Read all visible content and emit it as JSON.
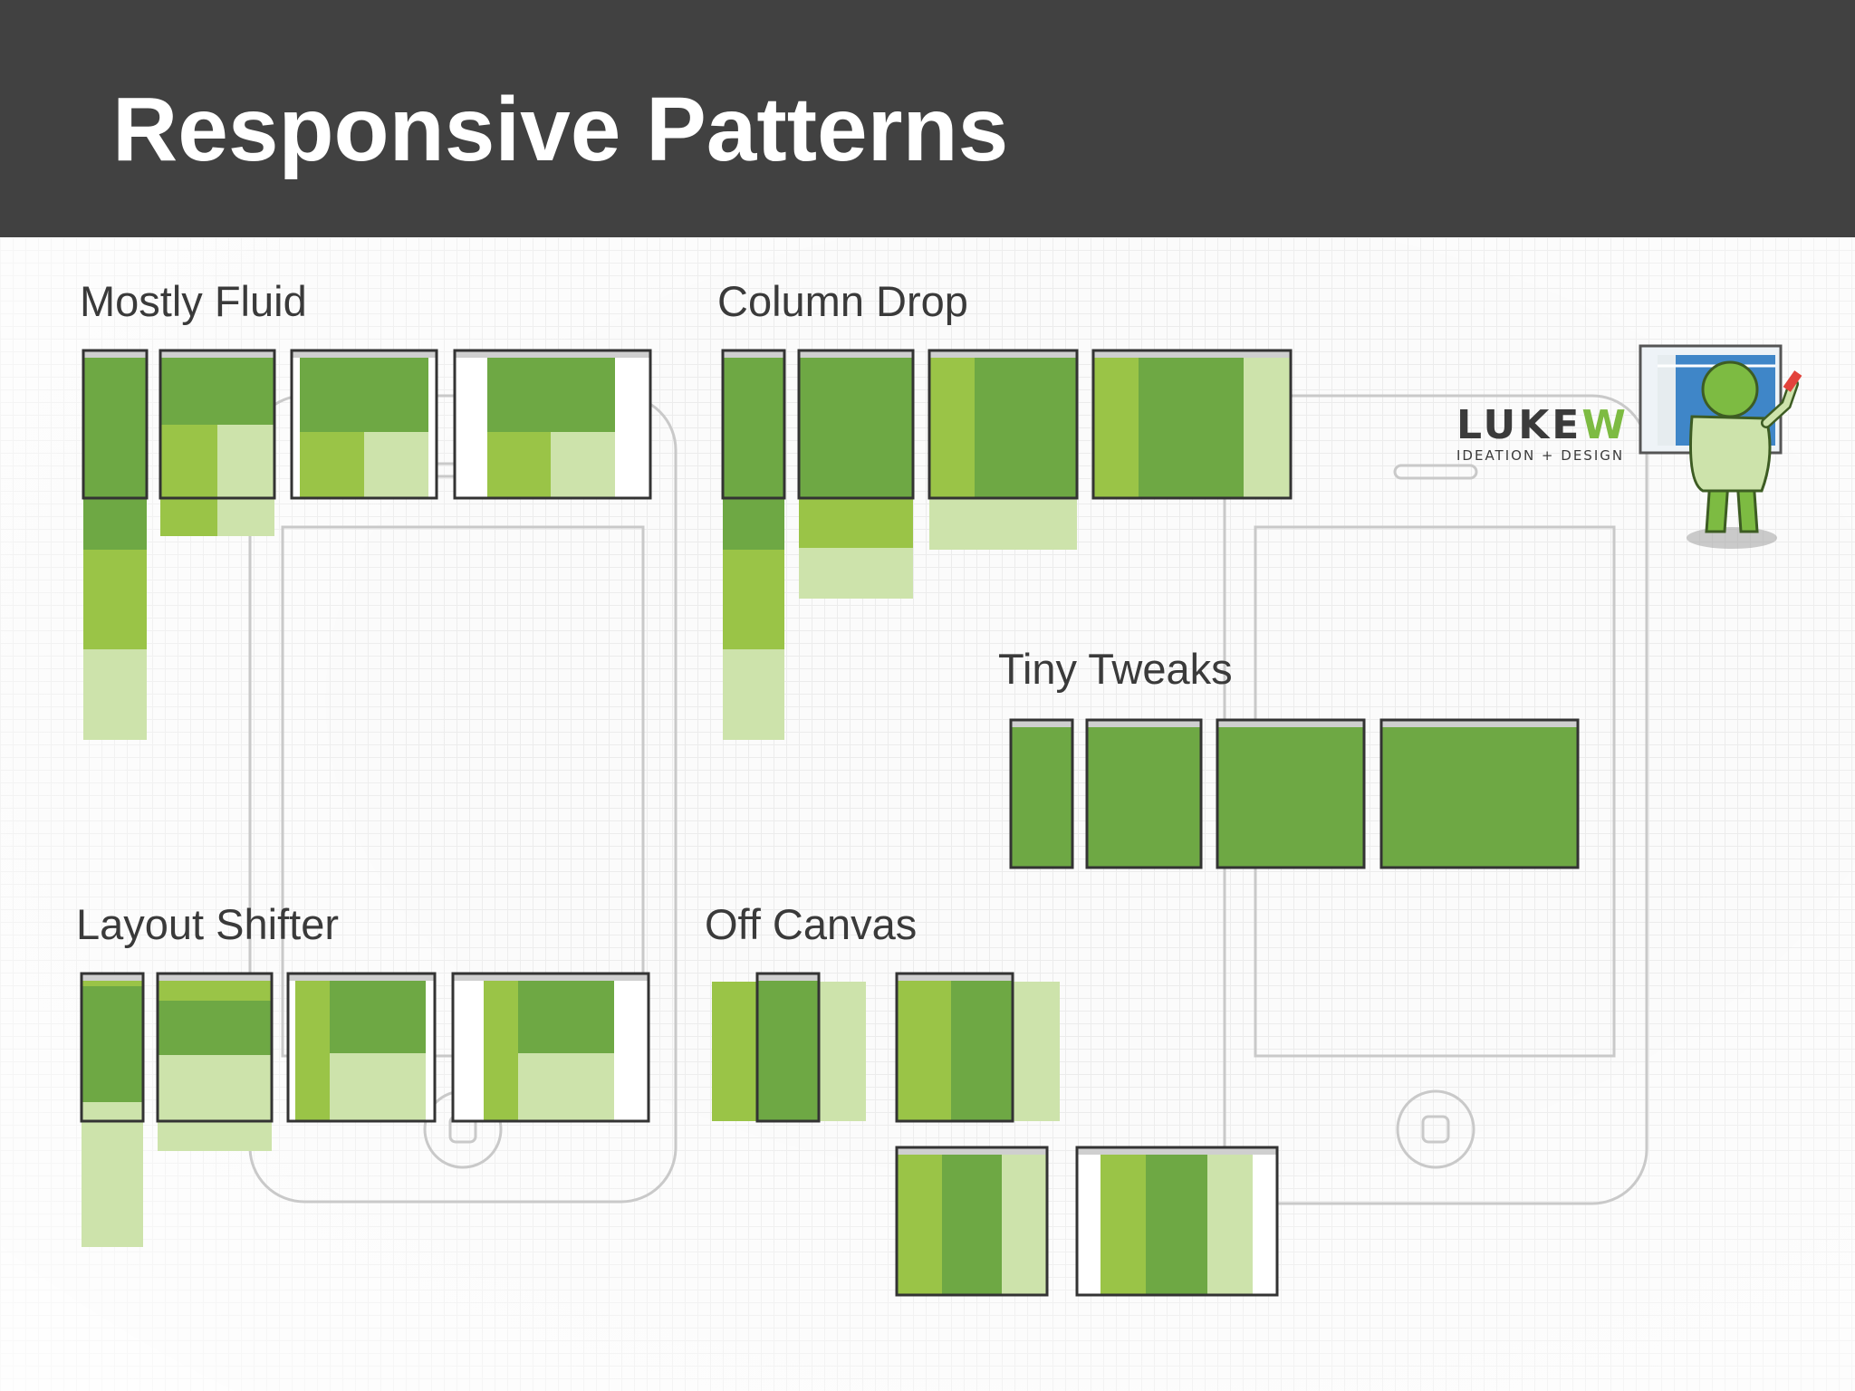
{
  "header": {
    "title": "Responsive Patterns"
  },
  "sections": [
    {
      "id": "mostly-fluid",
      "title": "Mostly Fluid"
    },
    {
      "id": "column-drop",
      "title": "Column Drop"
    },
    {
      "id": "tiny-tweaks",
      "title": "Tiny Tweaks"
    },
    {
      "id": "layout-shifter",
      "title": "Layout Shifter"
    },
    {
      "id": "off-canvas",
      "title": "Off Canvas"
    }
  ],
  "logo": {
    "wordmark_main": "LUKE",
    "wordmark_accent": "W",
    "tagline": "IDEATION + DESIGN"
  },
  "colors": {
    "header_bg": "#414141",
    "green_dark": "#6ea844",
    "green_mid": "#9ac447",
    "green_light": "#cde3ab",
    "frame": "#333333",
    "device_outline": "#c9c9c9"
  },
  "icons": [
    "mascot-icon",
    "phone-outline-icon",
    "tablet-outline-icon"
  ]
}
